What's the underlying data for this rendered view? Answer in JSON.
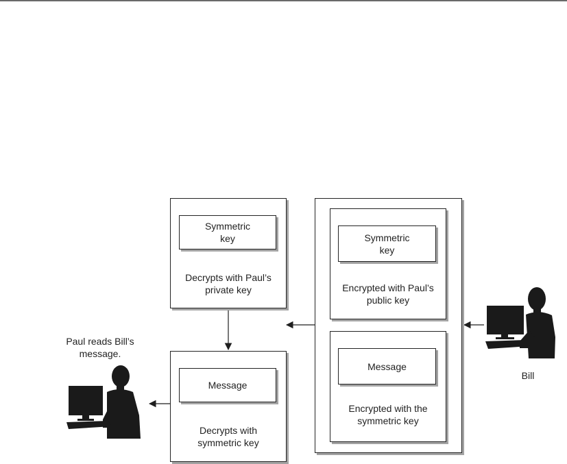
{
  "paul": {
    "caption": "Paul reads Bill’s\nmessage.",
    "icon": "person-at-computer-icon"
  },
  "bill": {
    "caption": "Bill",
    "icon": "person-at-computer-icon"
  },
  "decrypt_key_box": {
    "inner_label": "Symmetric\nkey",
    "caption": "Decrypts with Paul’s\nprivate key"
  },
  "decrypt_message_box": {
    "inner_label": "Message",
    "caption": "Decrypts with\nsymmetric key"
  },
  "encrypted_key_box": {
    "inner_label": "Symmetric\nkey",
    "caption": "Encrypted with Paul’s\npublic key"
  },
  "encrypted_message_box": {
    "inner_label": "Message",
    "caption": "Encrypted with the\nsymmetric key"
  },
  "colors": {
    "ink": "#1f1f1f",
    "silhouette": "#1a1a1a",
    "shadow": "#a3a3a3",
    "rule": "#6a6a6a"
  }
}
